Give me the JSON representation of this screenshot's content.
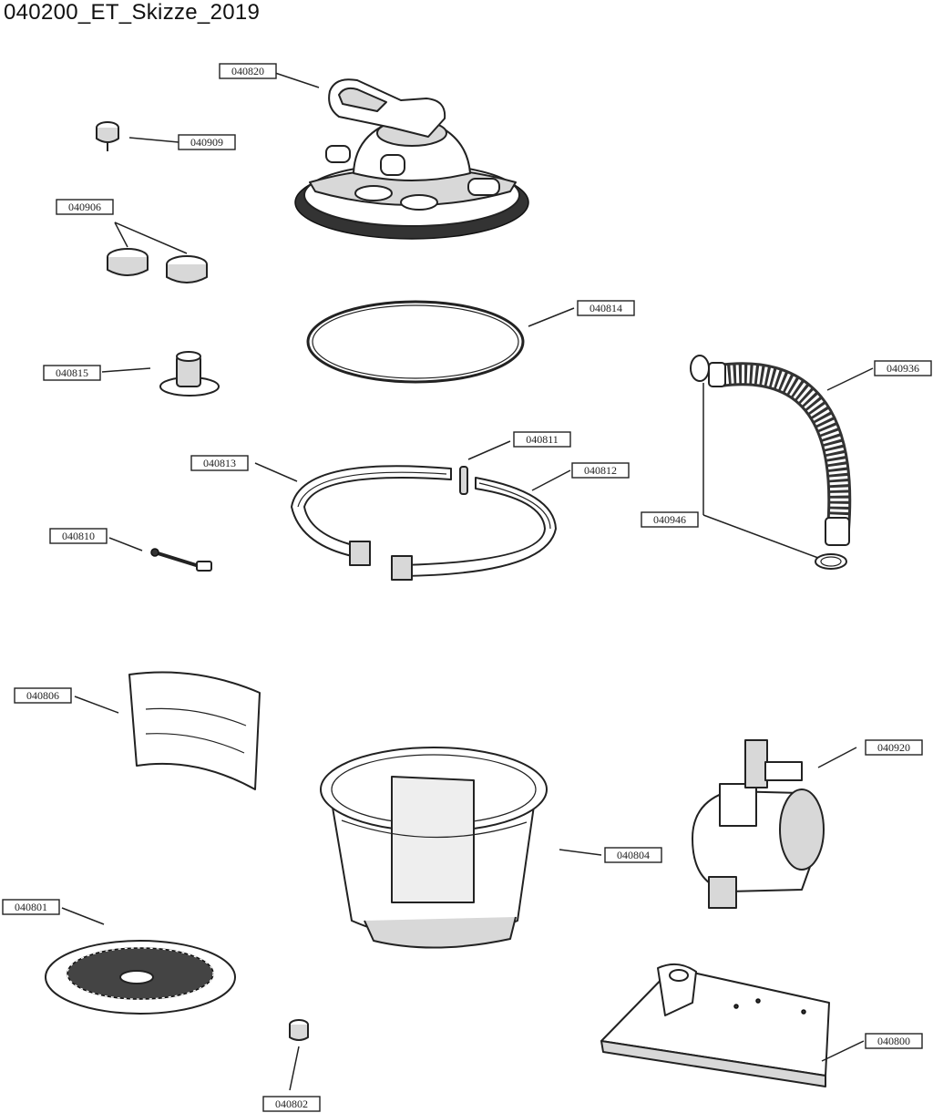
{
  "title": "040200_ET_Skizze_2019",
  "parts": [
    {
      "id": "p040820",
      "label": "040820",
      "name": "multiport valve"
    },
    {
      "id": "p040909",
      "label": "040909",
      "name": "pressure gauge"
    },
    {
      "id": "p040906",
      "label": "040906",
      "name": "caps"
    },
    {
      "id": "p040814",
      "label": "040814",
      "name": "o-ring"
    },
    {
      "id": "p040815",
      "label": "040815",
      "name": "drain valve"
    },
    {
      "id": "p040936",
      "label": "040936",
      "name": "hose"
    },
    {
      "id": "p040811",
      "label": "040811",
      "name": "pin"
    },
    {
      "id": "p040813",
      "label": "040813",
      "name": "clamp half"
    },
    {
      "id": "p040812",
      "label": "040812",
      "name": "clamp half"
    },
    {
      "id": "p040946",
      "label": "040946",
      "name": "hose clamp"
    },
    {
      "id": "p040810",
      "label": "040810",
      "name": "bolt"
    },
    {
      "id": "p040806",
      "label": "040806",
      "name": "filter insert"
    },
    {
      "id": "p040920",
      "label": "040920",
      "name": "pump"
    },
    {
      "id": "p040804",
      "label": "040804",
      "name": "tank"
    },
    {
      "id": "p040801",
      "label": "040801",
      "name": "bottom grid"
    },
    {
      "id": "p040800",
      "label": "040800",
      "name": "base plate"
    },
    {
      "id": "p040802",
      "label": "040802",
      "name": "drain plug"
    }
  ]
}
